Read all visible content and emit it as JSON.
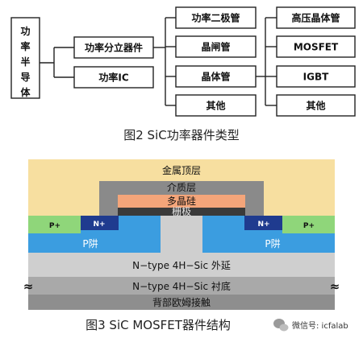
{
  "figure2": {
    "root": "功率半导体",
    "level1": [
      "功率分立器件",
      "功率IC"
    ],
    "level2": [
      "功率二极管",
      "晶闸管",
      "晶体管",
      "其他"
    ],
    "level3": [
      "高压晶体管",
      "MOSFET",
      "IGBT",
      "其他"
    ],
    "caption": "图2  SiC功率器件类型"
  },
  "figure3": {
    "layers": {
      "top_metal": "金属顶层",
      "dielectric": "介质层",
      "polysilicon": "多晶硅",
      "gate": "栅极",
      "p_plus_left": "P+",
      "n_plus_left": "N+",
      "n_plus_right": "N+",
      "p_plus_right": "P+",
      "p_well_left": "P阱",
      "p_well_right": "P阱",
      "epitaxy": "N−type 4H−Sic 外延",
      "substrate": "N−type 4H−Sic 衬底",
      "back_contact": "背部欧姆接触",
      "break_left": "≈",
      "break_right": "≈"
    },
    "colors": {
      "top_metal": "#f7dfa0",
      "dielectric": "#8a8a8a",
      "polysilicon": "#f4a57a",
      "gate": "#3a3a3a",
      "p_plus": "#8fd67a",
      "n_plus": "#1f3b8f",
      "p_well": "#3b9de0",
      "epitaxy": "#cfcfcf",
      "substrate": "#a9a9a9",
      "back_contact": "#8e8e8e"
    },
    "caption": "图3  SiC MOSFET器件结构"
  },
  "watermark": "微信号: icfalab"
}
